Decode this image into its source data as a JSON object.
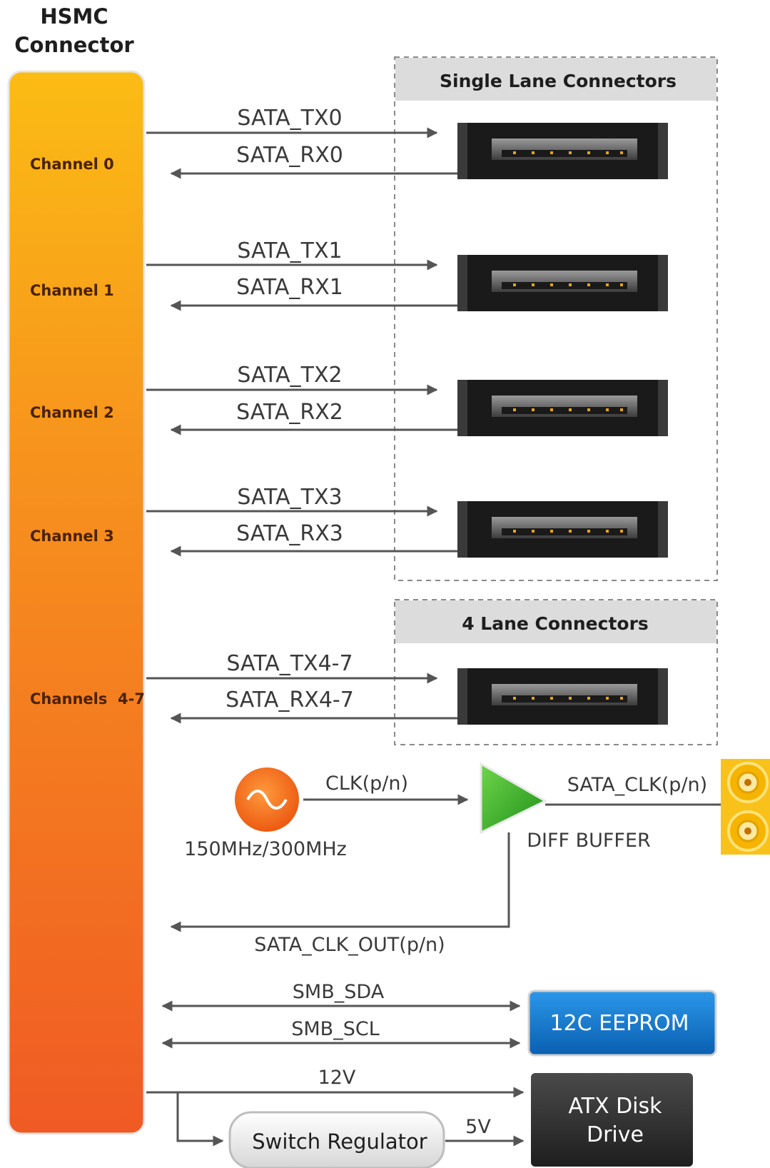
{
  "title_line1": "HSMC",
  "title_line2": "Connector",
  "channels": [
    "Channel 0",
    "Channel 1",
    "Channel 2",
    "Channel 3",
    "Channels  4-7"
  ],
  "single_lane_header": "Single Lane Connectors",
  "four_lane_header": "4 Lane Connectors",
  "signals": {
    "tx0": "SATA_TX0",
    "rx0": "SATA_RX0",
    "tx1": "SATA_TX1",
    "rx1": "SATA_RX1",
    "tx2": "SATA_TX2",
    "rx2": "SATA_RX2",
    "tx3": "SATA_TX3",
    "rx3": "SATA_RX3",
    "tx47": "SATA_TX4-7",
    "rx47": "SATA_RX4-7",
    "clk": "CLK(p/n)",
    "sata_clk": "SATA_CLK(p/n)",
    "clk_out": "SATA_CLK_OUT(p/n)",
    "sda": "SMB_SDA",
    "scl": "SMB_SCL",
    "v12": "12V",
    "v5": "5V"
  },
  "oscillator_freq": "150MHz/300MHz",
  "diff_buffer": "DIFF BUFFER",
  "eeprom": "12C EEPROM",
  "switch_regulator": "Switch Regulator",
  "atx_line1": "ATX Disk",
  "atx_line2": "Drive",
  "colors": {
    "hsmc_top": "#fbbc14",
    "hsmc_bottom": "#f05a24",
    "eeprom_blue": "#0a78d0",
    "buffer_green": "#3cb52a",
    "oscillator_orange": "#f26b1d",
    "atx_dark": "#2a2a2a",
    "sma_yellow": "#f8c21a"
  },
  "icons": [
    "sata-connector-icon",
    "oscillator-icon",
    "diff-buffer-triangle-icon",
    "sma-connector-icon",
    "arrowhead-icon"
  ]
}
